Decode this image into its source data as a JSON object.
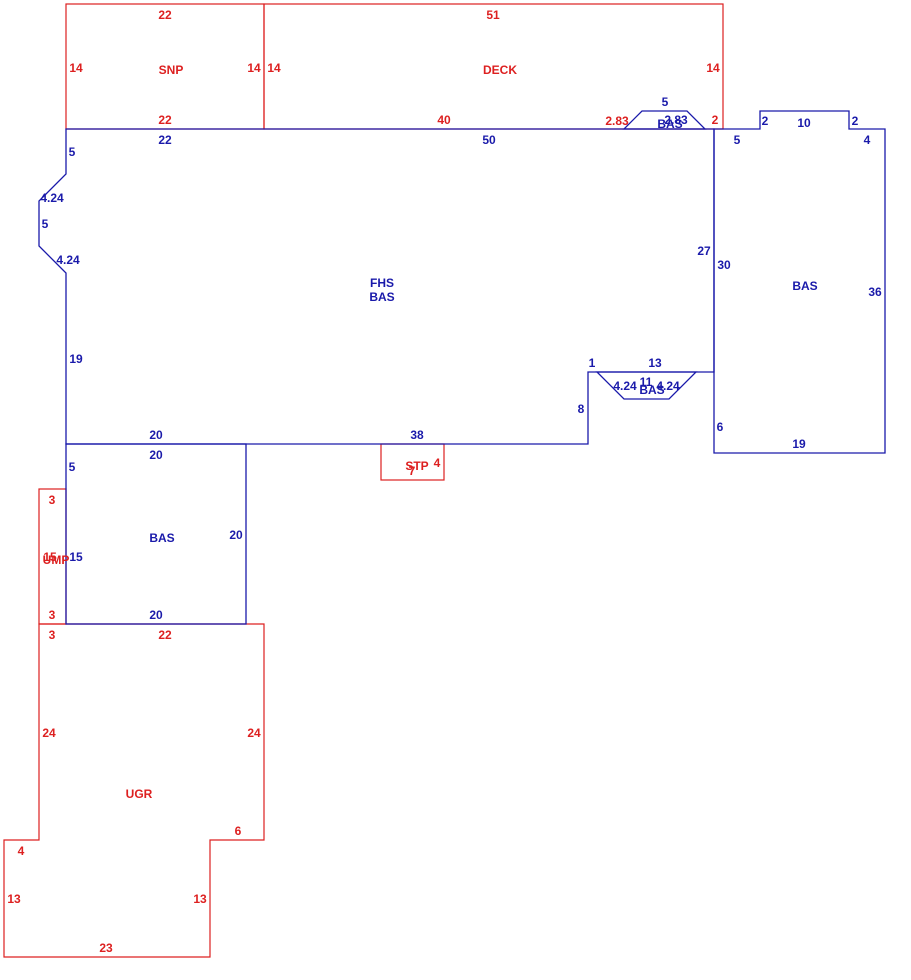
{
  "colors": {
    "living": "#1a1aaa",
    "other": "#dd2020"
  },
  "areas": {
    "snp": "SNP",
    "deck": "DECK",
    "fhs": "FHS",
    "bas_main": "BAS",
    "bas_right": "BAS",
    "bas_lower": "BAS",
    "bas_top_bay": "BAS",
    "bas_bottom_bay": "BAS",
    "stp": "STP",
    "ump": "UMP",
    "ugr": "UGR"
  },
  "dimensions": {
    "snp_top": "22",
    "snp_left": "14",
    "snp_right": "14",
    "snp_bottom": "22",
    "deck_top": "51",
    "deck_left": "14",
    "deck_right": "14",
    "deck_bottom": "40",
    "deck_small": "2",
    "main_top_left": "22",
    "main_top": "50",
    "main_left_upper": "5",
    "main_bevel_upper": "4.24",
    "main_bevel_side": "5",
    "main_bevel_lower": "4.24",
    "main_left_lower": "19",
    "main_right": "27",
    "main_bottom_left": "20",
    "main_bottom": "38",
    "main_notch": "8",
    "main_notch_top": "1",
    "bay_top_width": "5",
    "bay_top_left": "2.83",
    "bay_top_right": "2.83",
    "bay_bottom_width": "13",
    "bay_bottom_left": "4.24",
    "bay_bottom_mid": "11",
    "bay_bottom_right": "4.24",
    "right_bump_left": "2",
    "right_bump_top": "10",
    "right_bump_right": "2",
    "right_top_left": "5",
    "right_top_right": "4",
    "right_left": "30",
    "right_right": "36",
    "right_lower_left": "6",
    "right_bottom": "19",
    "lower_top": "20",
    "lower_left": "5",
    "lower_mid_left": "15",
    "lower_right": "20",
    "lower_bottom": "20",
    "stp_bottom": "7",
    "stp_right": "4",
    "ump_top": "3",
    "ump_left": "15",
    "ump_bottom": "3",
    "ugr_top_left": "3",
    "ugr_top": "22",
    "ugr_left": "24",
    "ugr_right": "24",
    "ugr_step": "6",
    "ugr_lower_left": "4",
    "ugr_lower_left_side": "13",
    "ugr_lower_right_side": "13",
    "ugr_bottom": "23"
  }
}
